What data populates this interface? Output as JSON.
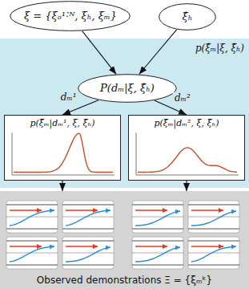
{
  "diagram": {
    "nodes": [
      {
        "text": [
          "ξ = {ξₒ¹˸ᴺ, ξₕ, ξₘ}"
        ]
      },
      {
        "text": [
          "ξ̂ₕ"
        ]
      },
      {
        "text": [
          "p(ξ̂ₘ|ξ, ξ̂ₕ)"
        ]
      },
      {
        "text": [
          "P(dₘ|ξ, ξ̂ₕ)"
        ],
        "in": 2
      },
      {
        "text": [
          "p(ξ̂ₘ|dₘ¹, ξ, ξ̂ₕ)"
        ],
        "in": 2
      },
      {
        "text": [
          "p(ξ̂ₘ|dₘ², ξ, ξ̂ₕ)"
        ],
        "in": 2
      },
      {
        "text": [
          "Observed demonstrations Ξ = {ξₘᵏ}"
        ]
      }
    ],
    "edges": [
      {
        "from": 0,
        "to": 3,
        "arrow": "to"
      },
      {
        "from": 1,
        "to": 3,
        "arrow": "to"
      },
      {
        "from": 3,
        "to": 4,
        "label": "dₘ¹",
        "arrow": "to"
      },
      {
        "from": 3,
        "to": 5,
        "label": "dₘ²",
        "arrow": "to"
      },
      {
        "from": 4,
        "to": 6,
        "arrow": "to"
      },
      {
        "from": 5,
        "to": 6,
        "arrow": "to"
      }
    ]
  }
}
